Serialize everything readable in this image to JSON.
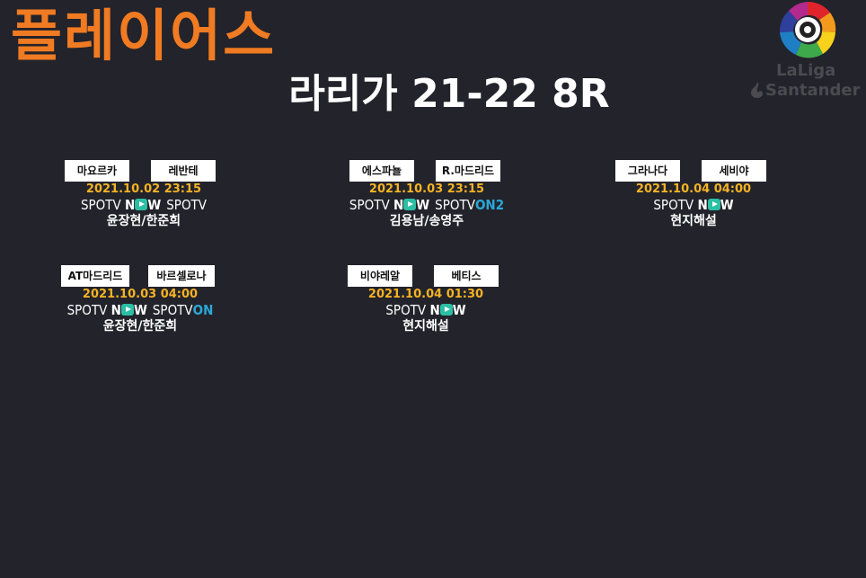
{
  "header": {
    "brand": "플레이어스",
    "round_title": "라리가 21-22 8R"
  },
  "logo": {
    "line1": "LaLiga",
    "line2": "Santander"
  },
  "colors": {
    "background": "#23232b",
    "brand": "#f07b22",
    "datetime": "#f5b324",
    "now_play": "#2bbfa4",
    "on_channel": "#2aa8d8"
  },
  "matches": [
    {
      "home": "마요르카",
      "away": "레반테",
      "datetime": "2021.10.02 23:15",
      "broadcasts": [
        {
          "spo": "SPOTV",
          "now": "NOW",
          "on": ""
        },
        {
          "spo": "SPOTV",
          "now": "",
          "on": ""
        }
      ],
      "commentary": "윤장현/한준희"
    },
    {
      "home": "에스파뇰",
      "away": "R.마드리드",
      "datetime": "2021.10.03 23:15",
      "broadcasts": [
        {
          "spo": "SPOTV",
          "now": "NOW",
          "on": ""
        },
        {
          "spo": "SPOTV",
          "now": "",
          "on": "ON2"
        }
      ],
      "commentary": "김용남/송영주"
    },
    {
      "home": "그라나다",
      "away": "세비야",
      "datetime": "2021.10.04 04:00",
      "broadcasts": [
        {
          "spo": "SPOTV",
          "now": "NOW",
          "on": ""
        }
      ],
      "commentary": "현지해설"
    },
    {
      "home": "AT마드리드",
      "away": "바르셀로나",
      "datetime": "2021.10.03 04:00",
      "broadcasts": [
        {
          "spo": "SPOTV",
          "now": "NOW",
          "on": ""
        },
        {
          "spo": "SPOTV",
          "now": "",
          "on": "ON"
        }
      ],
      "commentary": "윤장현/한준희"
    },
    {
      "home": "비야레알",
      "away": "베티스",
      "datetime": "2021.10.04 01:30",
      "broadcasts": [
        {
          "spo": "SPOTV",
          "now": "NOW",
          "on": ""
        }
      ],
      "commentary": "현지해설"
    }
  ]
}
